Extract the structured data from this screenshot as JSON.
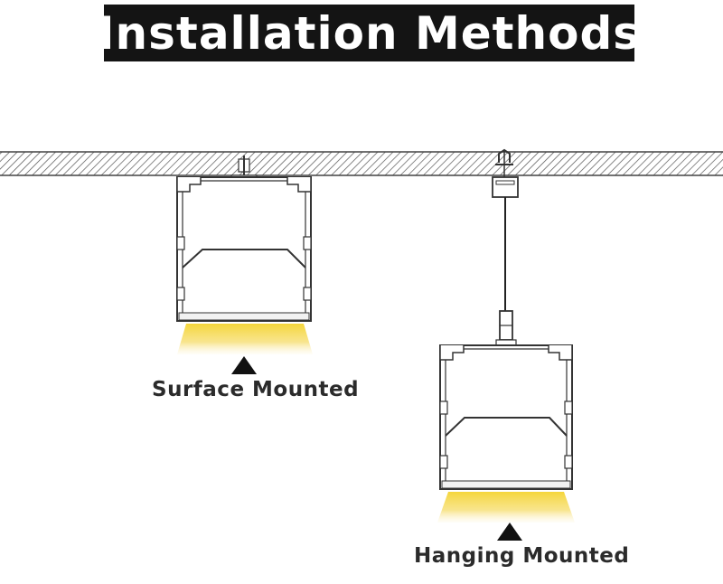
{
  "title": "Installation Methods",
  "methods": [
    {
      "label": "Surface Mounted",
      "icon": "triangle-up-icon"
    },
    {
      "label": "Hanging Mounted",
      "icon": "triangle-up-icon"
    }
  ],
  "colors": {
    "title_background": "#141414",
    "title_text": "#ffffff",
    "light_glow": "#f5d63a",
    "profile_line": "#333333",
    "ceiling_hatch": "#555555"
  }
}
